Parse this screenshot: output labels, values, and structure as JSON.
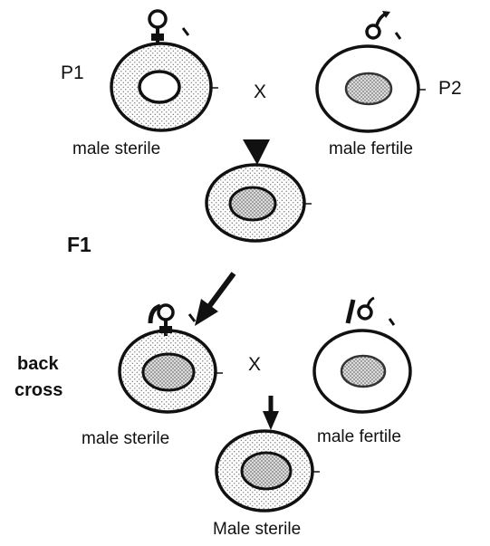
{
  "generations": {
    "p1": "P1",
    "p2": "P2",
    "f1": "F1",
    "backcross_line1": "back",
    "backcross_line2": "cross"
  },
  "cross_symbol": "X",
  "labels": {
    "p1_phenotype": "male sterile",
    "p2_phenotype": "male fertile",
    "bc_left_phenotype": "male sterile",
    "bc_right_phenotype": "male fertile",
    "bc_offspring_phenotype": "Male sterile"
  },
  "colors": {
    "stroke": "#111111",
    "nucleus_fill": "#d9d9d9",
    "cytoplasm_dots": "#6a6a6a"
  }
}
